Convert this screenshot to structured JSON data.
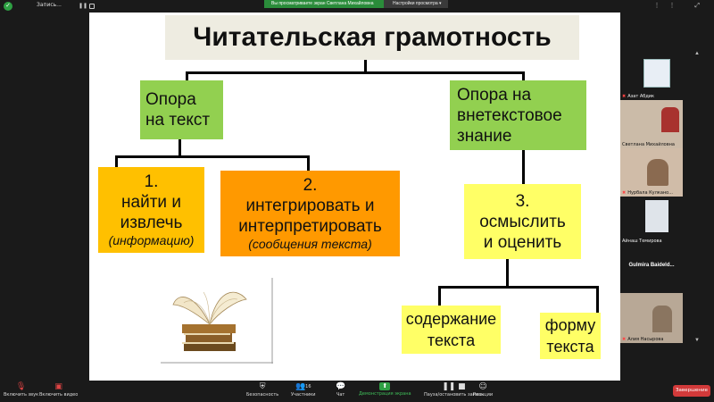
{
  "topbar": {
    "recording_label": "Запись...",
    "view_banner": "Вы просматриваете экран Светлана Михайловна",
    "view_settings": "Настройки просмотра"
  },
  "slide": {
    "title": "Читательская грамотность",
    "left_branch": {
      "line1": "Опора",
      "line2": "на текст"
    },
    "right_branch": {
      "line1": "Опора на",
      "line2": "внетекстовое",
      "line3": "знание"
    },
    "box1": {
      "line1": "1.",
      "line2": "найти и",
      "line3": "извлечь",
      "note": "(информацию)"
    },
    "box2": {
      "line1": "2.",
      "line2": "интегрировать и",
      "line3": "интерпретировать",
      "note": "(сообщения текста)"
    },
    "box3": {
      "line1": "3.",
      "line2": "осмыслить",
      "line3": "и оценить"
    },
    "box4": {
      "line1": "содержание",
      "line2": "текста"
    },
    "box5": {
      "line1": "форму",
      "line2": "текста"
    },
    "colors": {
      "green": "#92d050",
      "yellow_orange": "#ffc000",
      "orange": "#ff9900",
      "yellow": "#ffff66",
      "title_bg": "#eeece1"
    }
  },
  "participants": [
    {
      "name": "Азат Абдик",
      "muted": true
    },
    {
      "name": "Светлана Михайловна",
      "muted": false
    },
    {
      "name": "Нурбала Кулкано...",
      "muted": true
    },
    {
      "name": "Айнаш Темирова",
      "muted": false
    },
    {
      "name": "Gulmira Baideld...",
      "muted": false
    },
    {
      "name": "Алия Насырова",
      "muted": true
    }
  ],
  "toolbar": {
    "mute_label": "Включить звук",
    "video_label": "Включить видео",
    "security_label": "Безопасность",
    "participants_label": "Участники",
    "participants_count": "16",
    "chat_label": "Чат",
    "share_label": "Демонстрация экрана",
    "record_label": "Пауза/остановить запись",
    "reactions_label": "Реакции",
    "end_label": "Завершение"
  }
}
